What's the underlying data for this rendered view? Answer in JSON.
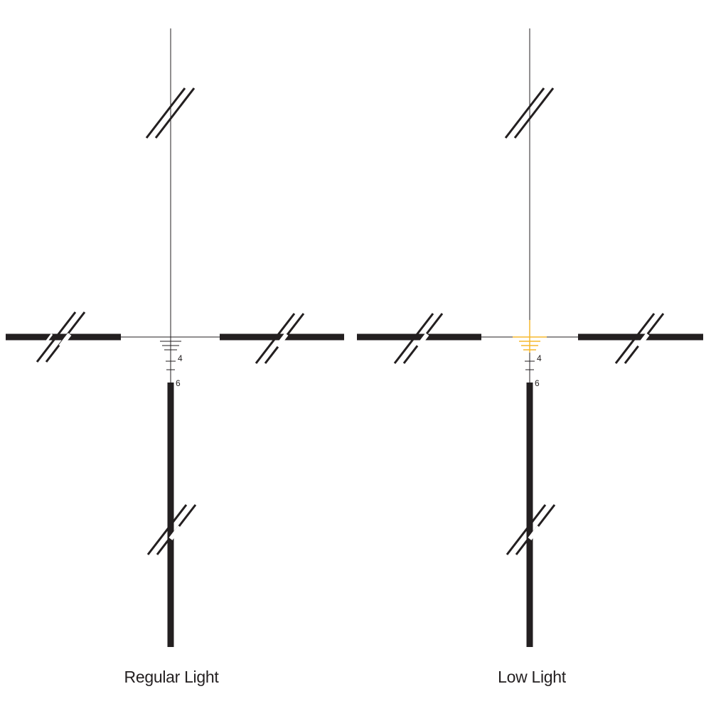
{
  "colors": {
    "ink": "#231f20",
    "background": "#ffffff",
    "illumination": "#f5b82e"
  },
  "reticles": [
    {
      "id": "regular",
      "caption": "Regular Light",
      "center_color": "ink",
      "marks": [
        "4",
        "6"
      ]
    },
    {
      "id": "low",
      "caption": "Low Light",
      "center_color": "illumination",
      "marks": [
        "4",
        "6"
      ]
    }
  ]
}
